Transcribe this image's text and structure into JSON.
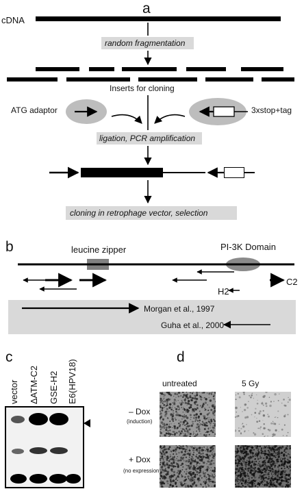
{
  "panel_a": {
    "letter": "a",
    "cdna_label": "cDNA",
    "step_random": "random fragmentation",
    "inserts_label": "Inserts for cloning",
    "atg_label": "ATG adaptor",
    "stop_label": "3xstop+tag",
    "step_ligation": "ligation, PCR amplification",
    "step_cloning": "cloning in retrophage vector, selection"
  },
  "panel_b": {
    "letter": "b",
    "leucine_label": "leucine zipper",
    "pi3k_label": "PI-3K Domain",
    "h2_label": "H2",
    "c2_label": "C2",
    "morgan_label": "Morgan et al., 1997",
    "guha_label": "Guha et al., 2000"
  },
  "panel_c": {
    "letter": "c",
    "lanes": [
      "vector",
      "ΔATM-C2",
      "GSE-H2",
      "E6(HPV18)"
    ]
  },
  "panel_d": {
    "letter": "d",
    "col_untreated": "untreated",
    "col_5gy": "5 Gy",
    "row_minus": "– Dox",
    "row_minus_sub": "(induction)",
    "row_plus": "+ Dox",
    "row_plus_sub": "(no expression)"
  },
  "colors": {
    "gray_box": "#d9d9d9",
    "ellipse": "#bdbdbd",
    "ink": "#000000"
  }
}
